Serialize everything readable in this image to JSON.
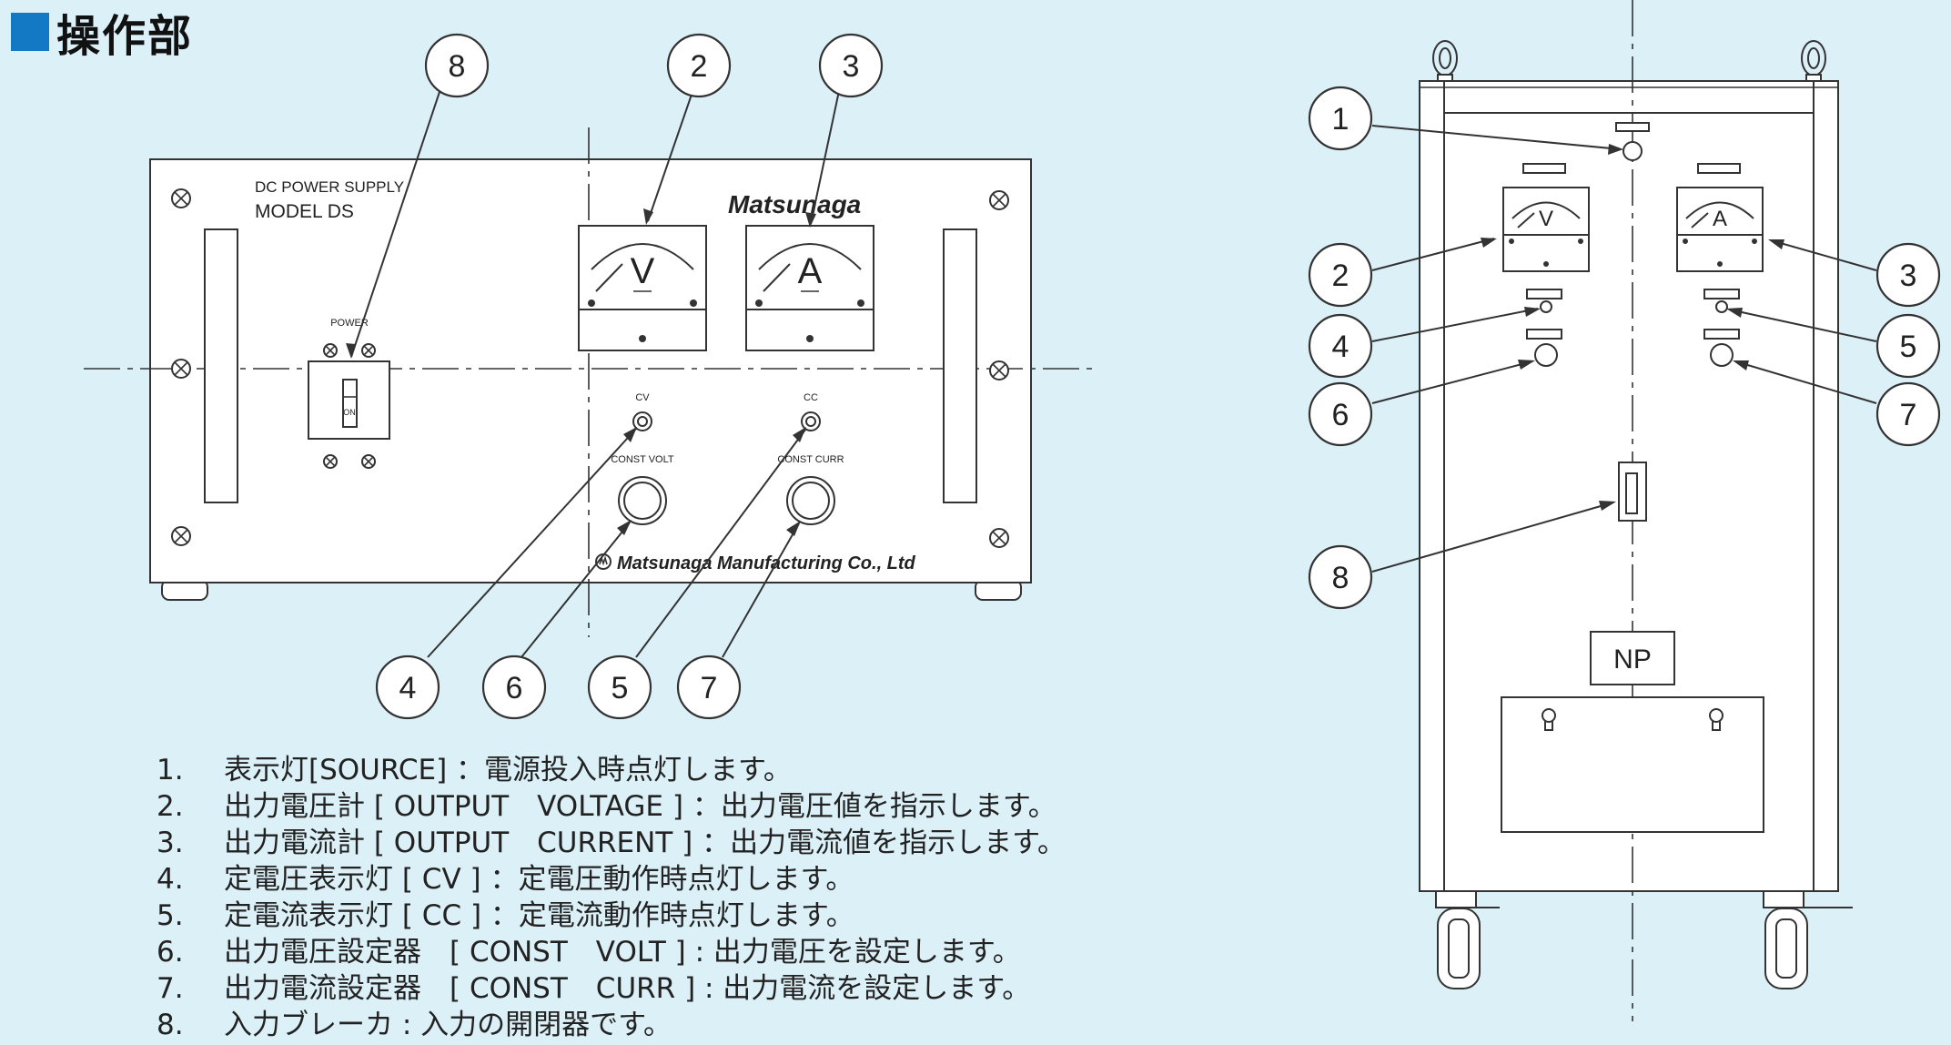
{
  "header": {
    "title": "操作部"
  },
  "front_panel": {
    "product_line": "DC POWER SUPPLY",
    "model": "MODEL DS",
    "brand": "Matsunaga",
    "maker": "Matsunaga Manufacturing Co., Ltd",
    "power_label": "POWER",
    "breaker_on": "ON",
    "cv_label": "CV",
    "cc_label": "CC",
    "const_volt_label": "CONST VOLT",
    "const_curr_label": "CONST CURR",
    "voltmeter_symbol": "V",
    "ammeter_symbol": "A"
  },
  "cabinet": {
    "voltmeter_symbol": "V",
    "ammeter_symbol": "A",
    "nameplate": "NP"
  },
  "callouts": {
    "front": [
      "8",
      "2",
      "3",
      "4",
      "6",
      "5",
      "7"
    ],
    "cabinet": [
      "1",
      "2",
      "3",
      "4",
      "5",
      "6",
      "7",
      "8"
    ]
  },
  "legend": [
    {
      "num": "1.",
      "text": "表示灯[SOURCE] ：電源投入時点灯します。"
    },
    {
      "num": "2.",
      "text": "出力電圧計 [ OUTPUT　VOLTAGE ] ：出力電圧値を指示します。"
    },
    {
      "num": "3.",
      "text": "出力電流計 [ OUTPUT　CURRENT ] ：出力電流値を指示します。"
    },
    {
      "num": "4.",
      "text": "定電圧表示灯 [ CV ] ：定電圧動作時点灯します。"
    },
    {
      "num": "5.",
      "text": "定電流表示灯 [ CC ] ：定電流動作時点灯します。"
    },
    {
      "num": "6.",
      "text": "出力電圧設定器　[ CONST　VOLT ] : 出力電圧を設定します。"
    },
    {
      "num": "7.",
      "text": "出力電流設定器　[ CONST　CURR ] : 出力電流を設定します。"
    },
    {
      "num": "8.",
      "text": "入力ブレーカ : 入力の開閉器です。"
    }
  ]
}
